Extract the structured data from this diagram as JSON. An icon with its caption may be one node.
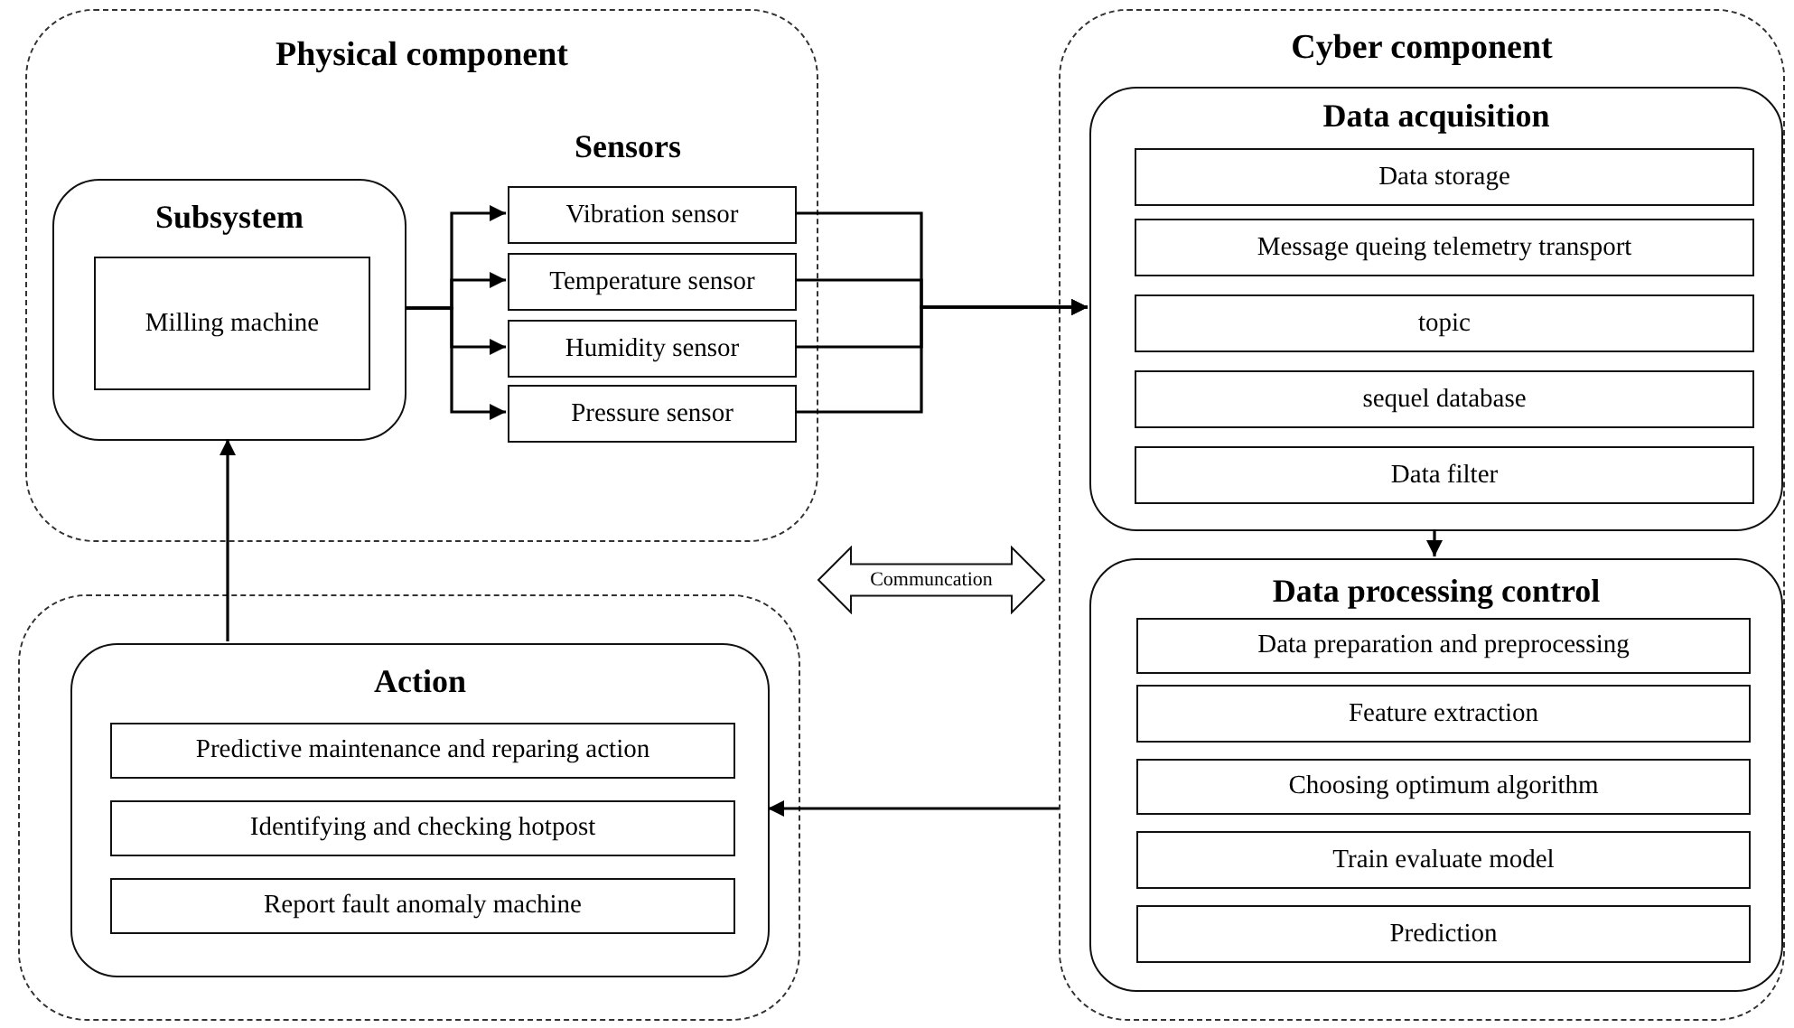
{
  "diagram": {
    "nodes": [
      {
        "text": [
          "Physical component"
        ]
      },
      {
        "text": [
          "Subsystem"
        ],
        "in": 0
      },
      {
        "text": [
          "Milling machine"
        ],
        "in": 1
      },
      {
        "text": [
          "Vibration sensor"
        ],
        "in": 0
      },
      {
        "text": [
          "Temperature sensor"
        ],
        "in": 0
      },
      {
        "text": [
          "Humidity sensor"
        ],
        "in": 0
      },
      {
        "text": [
          "Pressure sensor"
        ],
        "in": 0
      },
      {
        "text": [
          "Cyber component"
        ]
      },
      {
        "text": [
          "Data acquisition"
        ],
        "in": 7
      },
      {
        "text": [
          "Data storage"
        ],
        "in": 8
      },
      {
        "text": [
          "Message queing telemetry transport"
        ],
        "in": 8
      },
      {
        "text": [
          "topic"
        ],
        "in": 8
      },
      {
        "text": [
          "sequel database"
        ],
        "in": 8
      },
      {
        "text": [
          "Data filter"
        ],
        "in": 8
      },
      {
        "text": [
          "Data processing control"
        ],
        "in": 7
      },
      {
        "text": [
          "Data preparation and preprocessing"
        ],
        "in": 14
      },
      {
        "text": [
          "Feature extraction"
        ],
        "in": 14
      },
      {
        "text": [
          "Choosing optimum algorithm"
        ],
        "in": 14
      },
      {
        "text": [
          "Train evaluate model"
        ],
        "in": 14
      },
      {
        "text": [
          "Prediction"
        ],
        "in": 14
      },
      {
        "text": [],
        "shape": "box"
      },
      {
        "text": [
          "Action"
        ],
        "in": 20
      },
      {
        "text": [
          "Predictive maintenance and reparing action"
        ],
        "in": 21
      },
      {
        "text": [
          "Identifying and checking hotpost"
        ],
        "in": 21
      },
      {
        "text": [
          "Report fault anomaly machine"
        ],
        "in": 21
      },
      {
        "text": [
          "Communcation"
        ]
      }
    ],
    "edges": [
      {
        "from": 1,
        "to": 3,
        "arrow": "to"
      },
      {
        "from": 1,
        "to": 4,
        "arrow": "to"
      },
      {
        "from": 1,
        "to": 5,
        "arrow": "to"
      },
      {
        "from": 1,
        "to": 6,
        "arrow": "to"
      },
      {
        "from": 3,
        "to": 8,
        "arrow": "to"
      },
      {
        "from": 4,
        "to": 8,
        "arrow": "to"
      },
      {
        "from": 5,
        "to": 8,
        "arrow": "to"
      },
      {
        "from": 6,
        "to": 8,
        "arrow": "to"
      },
      {
        "from": 8,
        "to": 14,
        "arrow": "to"
      },
      {
        "from": 7,
        "to": 21,
        "arrow": "to"
      },
      {
        "from": 21,
        "to": 1,
        "arrow": "to"
      }
    ],
    "labels": [
      "Sensors"
    ]
  }
}
